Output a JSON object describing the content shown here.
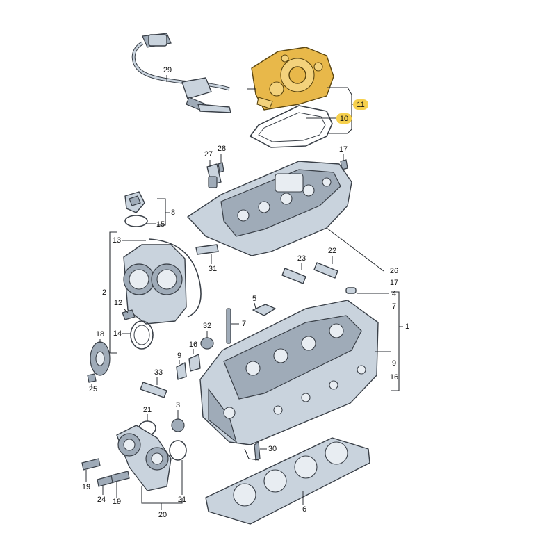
{
  "callouts": [
    {
      "id": "c29",
      "label": "29"
    },
    {
      "id": "c11",
      "label": "11",
      "highlight": true
    },
    {
      "id": "c10",
      "label": "10",
      "highlight": true
    },
    {
      "id": "c27",
      "label": "27"
    },
    {
      "id": "c28",
      "label": "28"
    },
    {
      "id": "c17a",
      "label": "17"
    },
    {
      "id": "c8",
      "label": "8"
    },
    {
      "id": "c15",
      "label": "15"
    },
    {
      "id": "c13",
      "label": "13"
    },
    {
      "id": "c31",
      "label": "31"
    },
    {
      "id": "c22",
      "label": "22"
    },
    {
      "id": "c23",
      "label": "23"
    },
    {
      "id": "c26",
      "label": "26"
    },
    {
      "id": "c17b",
      "label": "17"
    },
    {
      "id": "c4",
      "label": "4"
    },
    {
      "id": "c7a",
      "label": "7"
    },
    {
      "id": "c2",
      "label": "2"
    },
    {
      "id": "c12",
      "label": "12"
    },
    {
      "id": "c5",
      "label": "5"
    },
    {
      "id": "c7b",
      "label": "7"
    },
    {
      "id": "c1",
      "label": "1"
    },
    {
      "id": "c32",
      "label": "32"
    },
    {
      "id": "c18",
      "label": "18"
    },
    {
      "id": "c14",
      "label": "14"
    },
    {
      "id": "c16a",
      "label": "16"
    },
    {
      "id": "c9a",
      "label": "9"
    },
    {
      "id": "c9b",
      "label": "9"
    },
    {
      "id": "c16b",
      "label": "16"
    },
    {
      "id": "c33",
      "label": "33"
    },
    {
      "id": "c25",
      "label": "25"
    },
    {
      "id": "c21a",
      "label": "21"
    },
    {
      "id": "c3",
      "label": "3"
    },
    {
      "id": "c30",
      "label": "30"
    },
    {
      "id": "c19a",
      "label": "19"
    },
    {
      "id": "c24",
      "label": "24"
    },
    {
      "id": "c19b",
      "label": "19"
    },
    {
      "id": "c21b",
      "label": "21"
    },
    {
      "id": "c20",
      "label": "20"
    },
    {
      "id": "c6",
      "label": "6"
    }
  ],
  "colors": {
    "highlight": "#f6d04d",
    "part_gold": "#e8b84a",
    "part_grey": "#c9d3dd",
    "outline": "#3a4048"
  }
}
